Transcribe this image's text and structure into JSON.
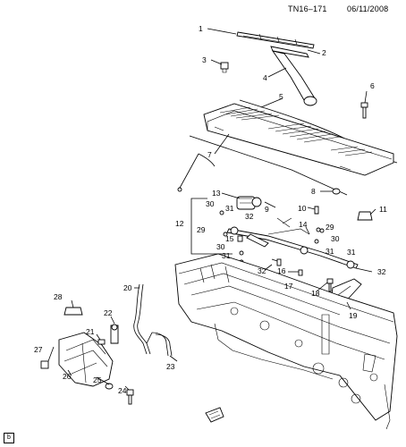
{
  "header": {
    "diagram_code": "TN16–171",
    "date": "06/11/2008"
  },
  "callouts": [
    "1",
    "2",
    "3",
    "4",
    "5",
    "6",
    "7",
    "8",
    "9",
    "10",
    "11",
    "12",
    "13",
    "14",
    "15",
    "16",
    "17",
    "18",
    "19",
    "20",
    "21",
    "22",
    "23",
    "24",
    "25",
    "26",
    "27",
    "28",
    "29",
    "29",
    "30",
    "30",
    "30",
    "31",
    "31",
    "31",
    "31",
    "32",
    "32",
    "32"
  ],
  "corner_icon_label": "b"
}
